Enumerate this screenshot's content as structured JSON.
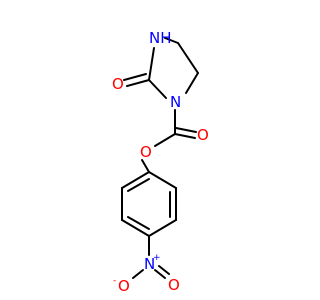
{
  "molecule": {
    "atoms": {
      "nh": {
        "label": "NH",
        "color": "#0000ff"
      },
      "n_ring": {
        "label": "N",
        "color": "#0000ff"
      },
      "o_carbonyl_ring": {
        "label": "O",
        "color": "#ff0000"
      },
      "o_carbonyl_carbamate": {
        "label": "O",
        "color": "#ff0000"
      },
      "o_ester": {
        "label": "O",
        "color": "#ff0000"
      },
      "n_nitro": {
        "label": "N",
        "charge": "+",
        "color": "#0000ff"
      },
      "o_nitro_minus": {
        "label": "O",
        "charge": "-",
        "color": "#ff0000"
      },
      "o_nitro_double": {
        "label": "O",
        "color": "#ff0000"
      }
    }
  }
}
